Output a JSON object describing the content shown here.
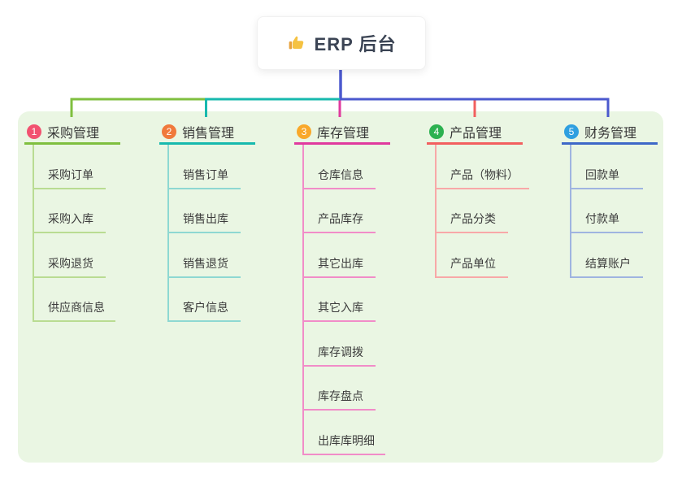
{
  "root": {
    "title": "ERP 后台",
    "icon": "thumbs-up-icon"
  },
  "panel": {
    "background": "#eaf6e3"
  },
  "connector": {
    "root_color": "#4b59ce"
  },
  "branches": [
    {
      "badge": "1",
      "label": "采购管理",
      "badge_color": "#f25270",
      "line_color": "#7fbf3f",
      "item_line_color": "#b9dc92",
      "items": [
        "采购订单",
        "采购入库",
        "采购退货",
        "供应商信息"
      ]
    },
    {
      "badge": "2",
      "label": "销售管理",
      "badge_color": "#f0793c",
      "line_color": "#17b9ae",
      "item_line_color": "#8ed8d2",
      "items": [
        "销售订单",
        "销售出库",
        "销售退货",
        "客户信息"
      ]
    },
    {
      "badge": "3",
      "label": "库存管理",
      "badge_color": "#f9a82a",
      "line_color": "#e0399e",
      "item_line_color": "#f18cc8",
      "items": [
        "仓库信息",
        "产品库存",
        "其它出库",
        "其它入库",
        "库存调拨",
        "库存盘点",
        "出库库明细"
      ]
    },
    {
      "badge": "4",
      "label": "产品管理",
      "badge_color": "#2cb150",
      "line_color": "#f25f5f",
      "item_line_color": "#f8a8a8",
      "items": [
        "产品（物料）",
        "产品分类",
        "产品单位"
      ]
    },
    {
      "badge": "5",
      "label": "财务管理",
      "badge_color": "#2f9fe0",
      "line_color": "#3e68c8",
      "item_line_color": "#9fb4e0",
      "items": [
        "回款单",
        "付款单",
        "结算账户"
      ]
    }
  ]
}
